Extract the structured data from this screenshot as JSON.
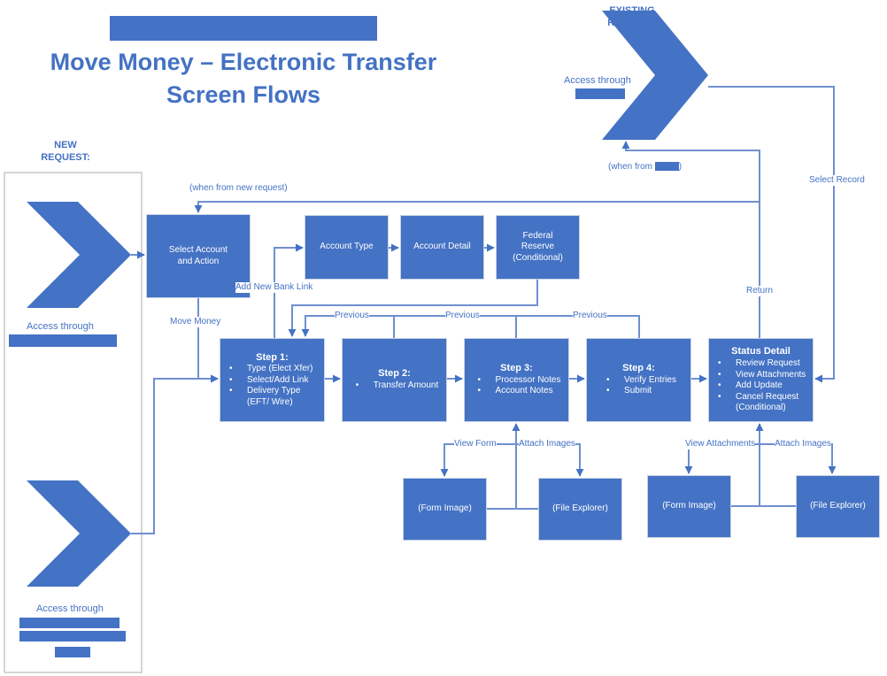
{
  "title": {
    "line1": "Move Money – Electronic Transfer",
    "line2": "Screen Flows"
  },
  "existing_request": {
    "header": "EXISTING REQUEST:",
    "access_label": "Access through",
    "when_from_prefix": "(when from",
    "when_from_suffix": ")"
  },
  "new_request": {
    "header": "NEW REQUEST:",
    "access_label_1": "Access through",
    "access_label_2": "Access through"
  },
  "labels": {
    "when_from_new": "(when from new request)",
    "select_record": "Select Record",
    "return": "Return",
    "move_money": "Move Money",
    "add_new_bank_link": "Add New Bank Link",
    "previous": "Previous",
    "view_form": "View Form",
    "attach_images": "Attach Images",
    "view_attachments": "View Attachments"
  },
  "boxes": {
    "select_account": "Select Account and Action",
    "account_type": "Account Type",
    "account_detail": "Account Detail",
    "federal_reserve": "Federal Reserve (Conditional)",
    "step1": {
      "title": "Step 1:",
      "items": [
        "Type (Elect Xfer)",
        "Select/Add Link",
        "Delivery Type (EFT/ Wire)"
      ]
    },
    "step2": {
      "title": "Step 2:",
      "items": [
        "Transfer Amount"
      ]
    },
    "step3": {
      "title": "Step 3:",
      "items": [
        "Processor Notes",
        "Account Notes"
      ]
    },
    "step4": {
      "title": "Step 4:",
      "items": [
        "Verify Entries",
        "Submit"
      ]
    },
    "status": {
      "title": "Status Detail",
      "items": [
        "Review Request",
        "View Attachments",
        "Add Update",
        "Cancel Request (Conditional)"
      ]
    },
    "form_image": "(Form Image)",
    "file_explorer": "(File Explorer)"
  },
  "colors": {
    "primary": "#4472c4",
    "connector": "#6f8fd0"
  }
}
